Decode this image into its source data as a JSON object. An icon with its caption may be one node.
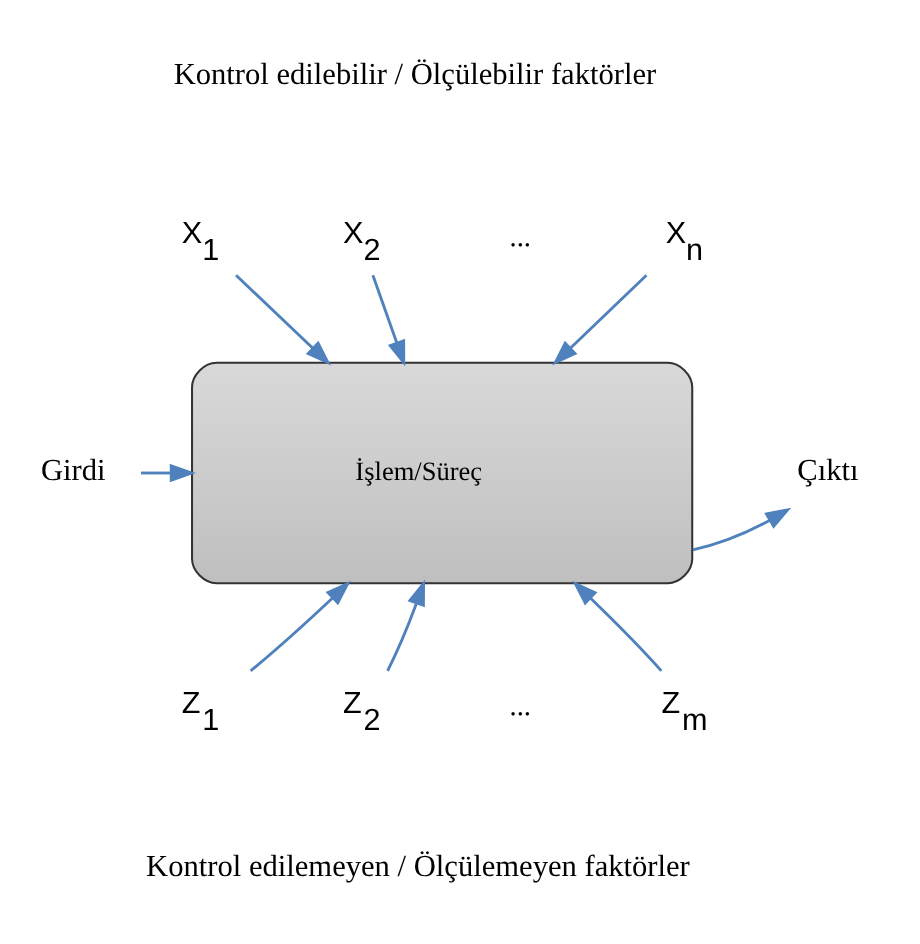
{
  "diagram": {
    "nodes": [
      {
        "text": [
          "İşlem/Süreç"
        ]
      },
      {
        "text": [
          "X$_{1}$"
        ]
      },
      {
        "text": [
          "X$_{2}$"
        ]
      },
      {
        "text": [
          "X$_{n}$"
        ]
      },
      {
        "text": [
          "Z$_{1}$"
        ]
      },
      {
        "text": [
          "Z$_{2}$"
        ]
      },
      {
        "text": [
          "Z$_{m}$"
        ]
      },
      {
        "text": [
          "Girdi"
        ]
      },
      {
        "text": [
          "Çıktı"
        ]
      }
    ],
    "edges": [
      {
        "from": 1,
        "to": 0,
        "arrow": "to"
      },
      {
        "from": 2,
        "to": 0,
        "arrow": "to"
      },
      {
        "from": 3,
        "to": 0,
        "arrow": "to"
      },
      {
        "from": 4,
        "to": 0,
        "arrow": "to"
      },
      {
        "from": 5,
        "to": 0,
        "arrow": "to"
      },
      {
        "from": 6,
        "to": 0,
        "arrow": "to"
      },
      {
        "from": 7,
        "to": 0,
        "arrow": "to"
      },
      {
        "from": 0,
        "to": 8,
        "arrow": "to"
      }
    ],
    "labels": [
      "Kontrol edilebilir / Ölçülebilir faktörler",
      "...",
      "...",
      "Kontrol edilemeyen / Ölçülemeyen faktörler"
    ]
  }
}
